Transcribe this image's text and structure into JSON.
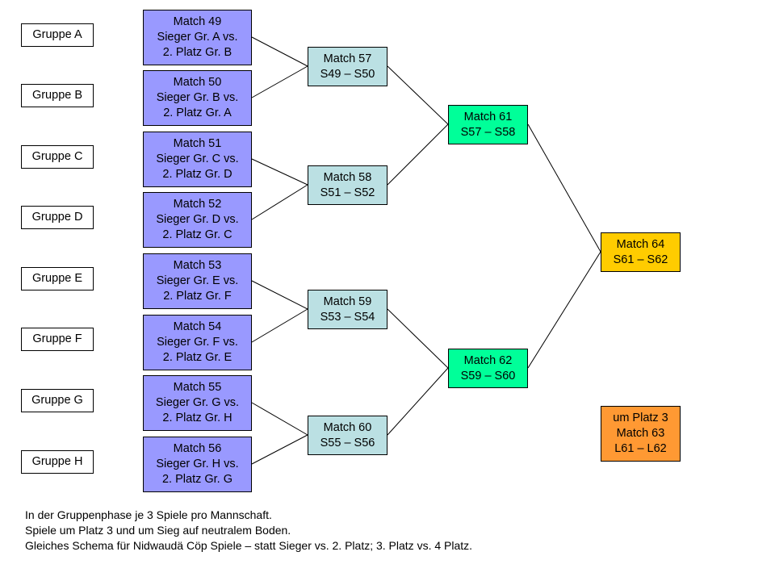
{
  "colors": {
    "round_of_16": "#9999ff",
    "quarterfinal": "#bbe0e3",
    "semifinal": "#00ff99",
    "final": "#ffcc00",
    "third_place": "#ff9933",
    "group": "#ffffff"
  },
  "groups": [
    {
      "label": "Gruppe A"
    },
    {
      "label": "Gruppe B"
    },
    {
      "label": "Gruppe C"
    },
    {
      "label": "Gruppe D"
    },
    {
      "label": "Gruppe E"
    },
    {
      "label": "Gruppe F"
    },
    {
      "label": "Gruppe G"
    },
    {
      "label": "Gruppe H"
    }
  ],
  "round_of_16": [
    {
      "title": "Match 49",
      "line1": "Sieger Gr. A vs.",
      "line2": "2. Platz Gr. B"
    },
    {
      "title": "Match 50",
      "line1": "Sieger Gr. B vs.",
      "line2": "2. Platz Gr. A"
    },
    {
      "title": "Match 51",
      "line1": "Sieger Gr. C vs.",
      "line2": "2. Platz Gr. D"
    },
    {
      "title": "Match 52",
      "line1": "Sieger Gr. D vs.",
      "line2": "2. Platz Gr. C"
    },
    {
      "title": "Match 53",
      "line1": "Sieger Gr. E vs.",
      "line2": "2. Platz Gr. F"
    },
    {
      "title": "Match 54",
      "line1": "Sieger Gr. F vs.",
      "line2": "2. Platz Gr. E"
    },
    {
      "title": "Match 55",
      "line1": "Sieger Gr. G vs.",
      "line2": "2. Platz Gr. H"
    },
    {
      "title": "Match 56",
      "line1": "Sieger Gr. H vs.",
      "line2": "2. Platz Gr. G"
    }
  ],
  "quarterfinals": [
    {
      "title": "Match 57",
      "pairing": "S49 – S50"
    },
    {
      "title": "Match 58",
      "pairing": "S51 – S52"
    },
    {
      "title": "Match 59",
      "pairing": "S53 – S54"
    },
    {
      "title": "Match 60",
      "pairing": "S55 – S56"
    }
  ],
  "semifinals": [
    {
      "title": "Match 61",
      "pairing": "S57 – S58"
    },
    {
      "title": "Match 62",
      "pairing": "S59 – S60"
    }
  ],
  "final": {
    "title": "Match 64",
    "pairing": "S61 – S62"
  },
  "third_place": {
    "label": "um Platz 3",
    "title": "Match 63",
    "pairing": "L61 – L62"
  },
  "notes": [
    "In der Gruppenphase je 3 Spiele pro Mannschaft.",
    "Spiele um Platz 3 und um Sieg auf neutralem Boden.",
    "Gleiches Schema für Nidwaudä Cöp Spiele – statt Sieger vs. 2. Platz; 3. Platz vs. 4 Platz."
  ]
}
